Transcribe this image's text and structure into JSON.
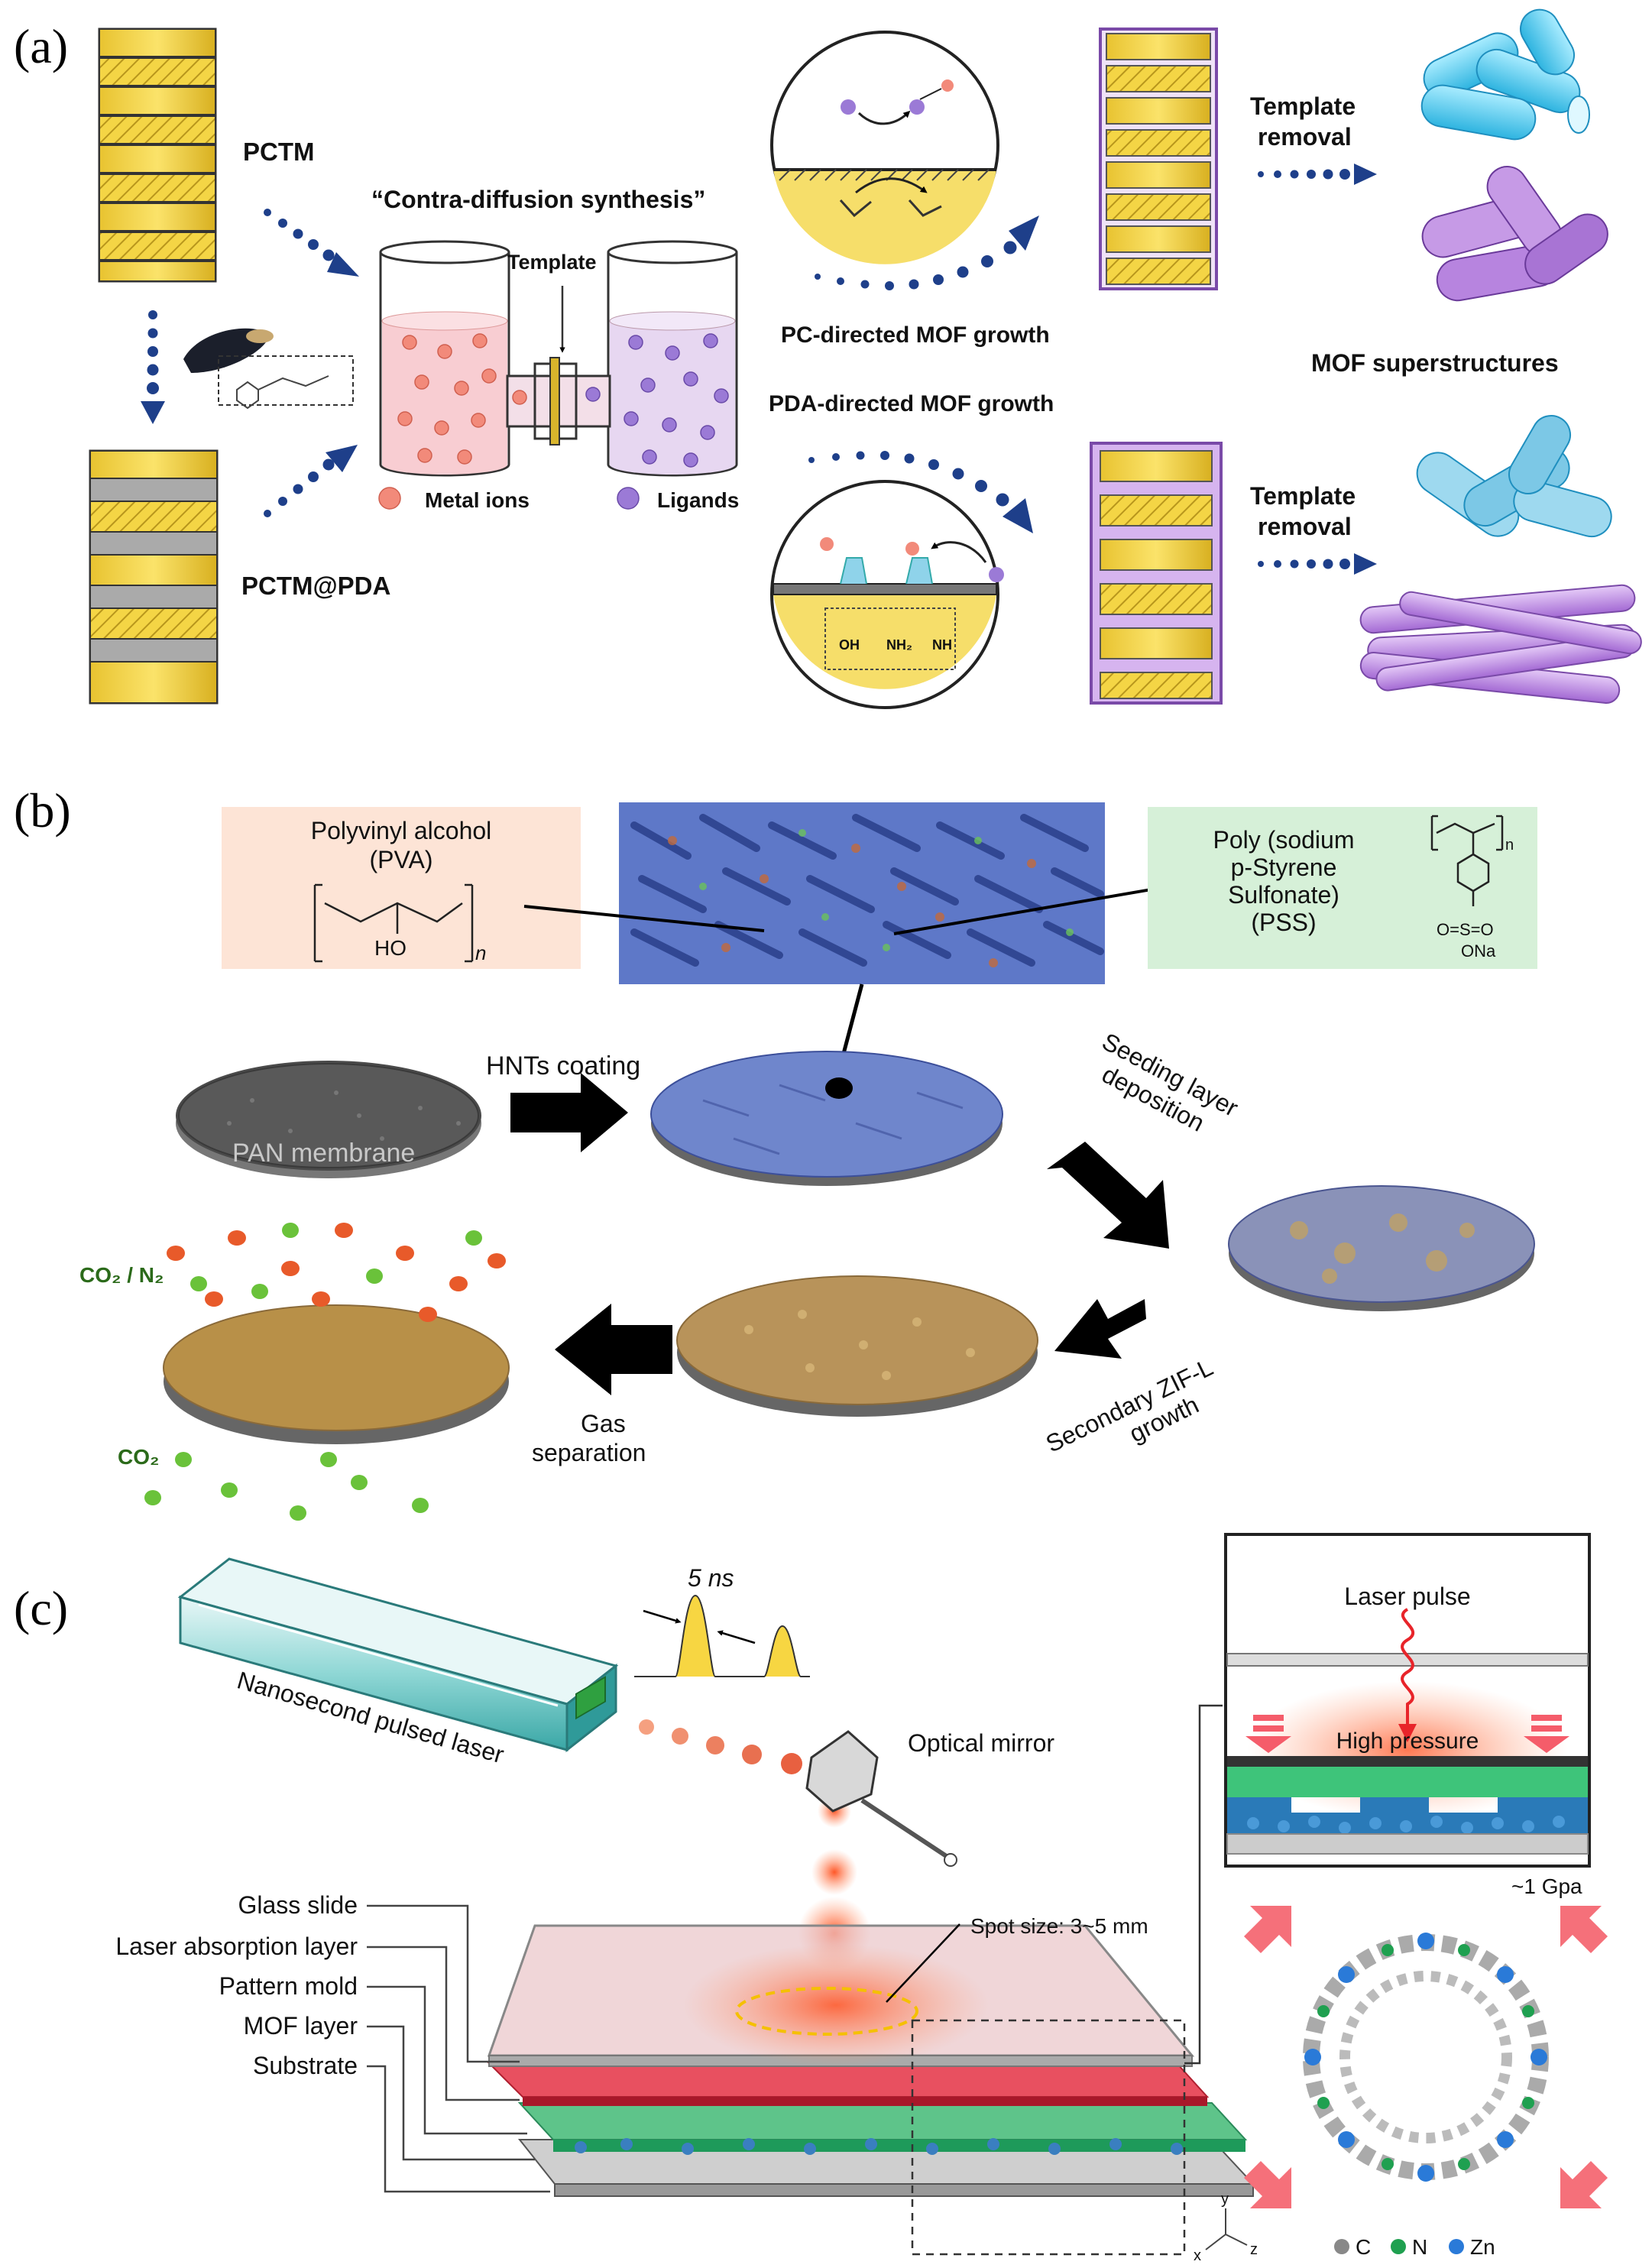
{
  "panel_a": {
    "letter": "(a)",
    "pctm": "PCTM",
    "pctm_pda": "PCTM@PDA",
    "contra": "“Contra-diffusion synthesis”",
    "template": "Template",
    "metal_ions": "Metal ions",
    "ligands": "Ligands",
    "pc_growth": "PC-directed MOF growth",
    "pda_growth": "PDA-directed MOF growth",
    "template_removal_1": "Template",
    "template_removal_2": "removal",
    "template_removal_3": "Template",
    "template_removal_4": "removal",
    "superstructures": "MOF superstructures",
    "chem_oh": "OH",
    "chem_nh2": "NH₂",
    "chem_nh": "NH"
  },
  "panel_b": {
    "letter": "(b)",
    "pva_1": "Polyvinyl alcohol",
    "pva_2": "(PVA)",
    "pva_ho": "HO",
    "pva_n": "n",
    "pss_1": "Poly (sodium",
    "pss_2": "p-Styrene",
    "pss_3": "Sulfonate)",
    "pss_4": "(PSS)",
    "pss_so": "O=S=O",
    "pss_ona": "ONa",
    "pss_n": "n",
    "hnts": "HNTs coating",
    "pan": "PAN membrane",
    "seeding_1": "Seeding layer",
    "seeding_2": "deposition",
    "secondary_1": "Secondary ZIF-L",
    "secondary_2": "growth",
    "gas_1": "Gas",
    "gas_2": "separation",
    "co2_n2": "CO₂ / N₂",
    "co2": "CO₂"
  },
  "panel_c": {
    "letter": "(c)",
    "ns": "5 ns",
    "laser": "Nanosecond pulsed laser",
    "mirror": "Optical mirror",
    "spot": "Spot size: 3~5 mm",
    "laser_pulse": "Laser pulse",
    "high_pressure": "High pressure",
    "gpa": "~1 Gpa",
    "layers": [
      "Glass slide",
      "Laser absorption layer",
      "Pattern mold",
      "MOF layer",
      "Substrate"
    ],
    "legend_c": "C",
    "legend_n": "N",
    "legend_zn": "Zn",
    "axis_x": "x",
    "axis_y": "y",
    "axis_z": "z"
  },
  "colors": {
    "gold": "#f2d23c",
    "hatch": "#b8961c",
    "blue_arrow": "#1e3f8a",
    "cyan": "#4fc6e8",
    "purple": "#a977d6",
    "green_mof": "#2fbf6e",
    "red_laser": "#e8442a"
  }
}
